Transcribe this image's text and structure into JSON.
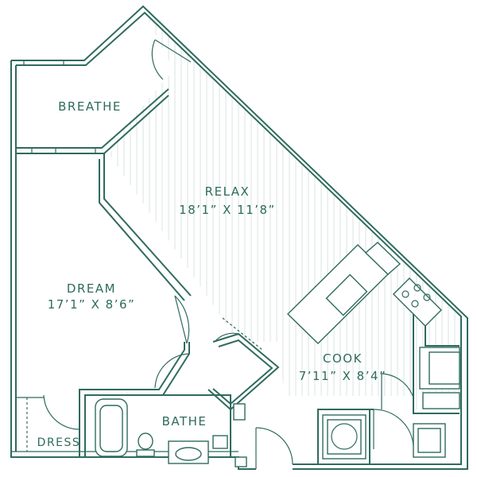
{
  "floorplan": {
    "colors": {
      "line": "#2f6b5e",
      "floor_hatch": "#d9e4e1",
      "background": "#ffffff"
    },
    "rooms": [
      {
        "id": "breathe",
        "name": "BREATHE",
        "dimensions": ""
      },
      {
        "id": "relax",
        "name": "RELAX",
        "dimensions": "18’1” X 11’8”"
      },
      {
        "id": "dream",
        "name": "DREAM",
        "dimensions": "17’1” X 8’6”"
      },
      {
        "id": "cook",
        "name": "COOK",
        "dimensions": "7’11” X 8’4”"
      },
      {
        "id": "bathe",
        "name": "BATHE",
        "dimensions": ""
      },
      {
        "id": "dress",
        "name": "DRESS",
        "dimensions": ""
      }
    ]
  }
}
